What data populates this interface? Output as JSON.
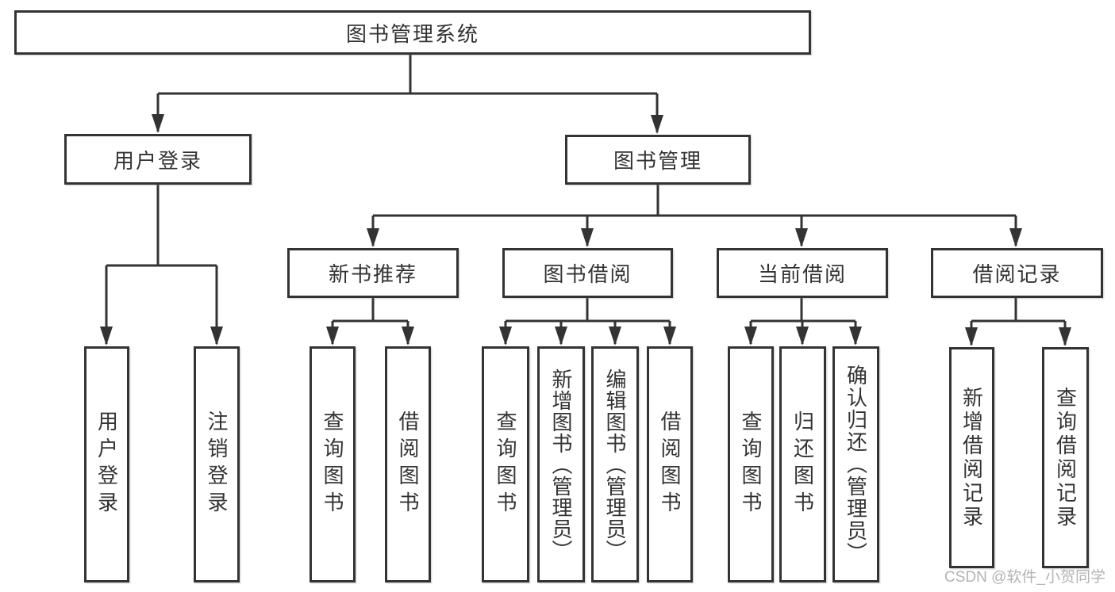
{
  "colors": {
    "line": "#333333",
    "box_border": "#333333",
    "text": "#333333",
    "background": "#ffffff",
    "watermark": "#b3b3b3"
  },
  "watermark": "CSDN @软件_小贺同学",
  "nodes": {
    "root": "图书管理系统",
    "user_login": "用户登录",
    "book_management": "图书管理",
    "new_book": "新书推荐",
    "book_borrow": "图书借阅",
    "current_borrow": "当前借阅",
    "borrow_records": "借阅记录"
  },
  "leaves": {
    "user_login": [
      "用户登录",
      "注销登录"
    ],
    "new_book": [
      "查询图书",
      "借阅图书"
    ],
    "book_borrow": [
      "查询图书",
      "新增图书（管理员）",
      "编辑图书（管理员）",
      "借阅图书"
    ],
    "current_borrow": [
      "查询图书",
      "归还图书",
      "确认归还（管理员）"
    ],
    "borrow_records": [
      "新增借阅记录",
      "查询借阅记录"
    ]
  }
}
